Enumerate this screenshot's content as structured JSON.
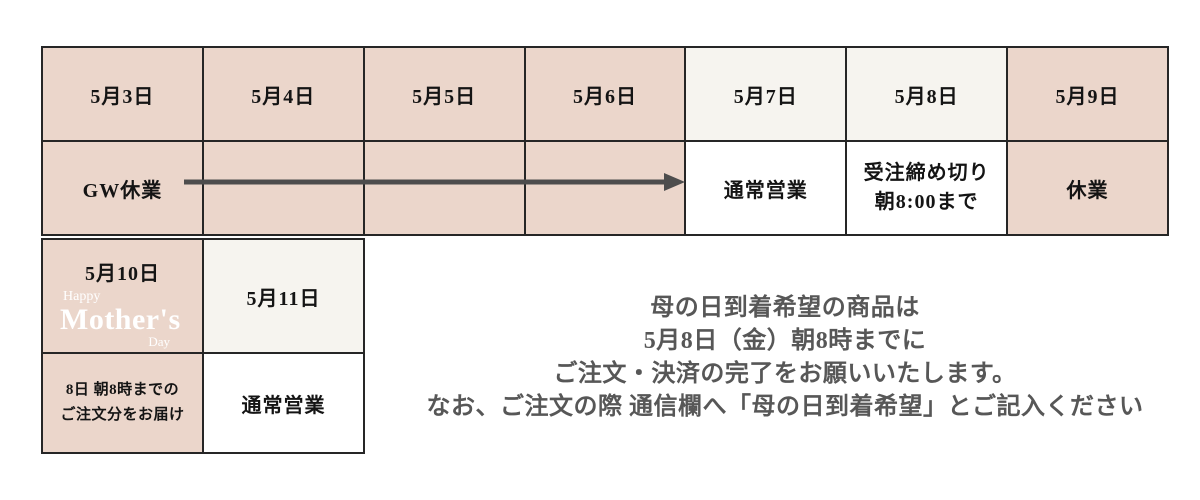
{
  "colors": {
    "page_background": "#ffffff",
    "cell_pink": "#ebd6cb",
    "cell_cream": "#f6f4ef",
    "cell_white": "#ffffff",
    "border": "#262626",
    "arrow": "#4d4d4d",
    "table_text": "#141414",
    "notice_text": "#575757",
    "logo_text": "#ffffff"
  },
  "week_table": {
    "days": [
      {
        "date": "5月3日",
        "status": "GW休業"
      },
      {
        "date": "5月4日",
        "status": ""
      },
      {
        "date": "5月5日",
        "status": ""
      },
      {
        "date": "5月6日",
        "status": ""
      },
      {
        "date": "5月7日",
        "status": "通常営業"
      },
      {
        "date": "5月8日",
        "status_line1": "受注締め切り",
        "status_line2": "朝8:00まで"
      },
      {
        "date": "5月9日",
        "status": "休業"
      }
    ]
  },
  "weekend_table": {
    "may10_date": "5月10日",
    "may11_date": "5月11日",
    "note_line1": "8日 朝8時までの",
    "note_line2": "ご注文分をお届け",
    "status": "通常営業"
  },
  "mothers_day_logo": {
    "happy": "Happy",
    "mothers": "Mother's",
    "day": "Day"
  },
  "notice": {
    "line1": "母の日到着希望の商品は",
    "line2": "5月8日（金）朝8時までに",
    "line3": "ご注文・決済の完了をお願いいたします。",
    "line4": "なお、ご注文の際 通信欄へ「母の日到着希望」とご記入ください"
  }
}
